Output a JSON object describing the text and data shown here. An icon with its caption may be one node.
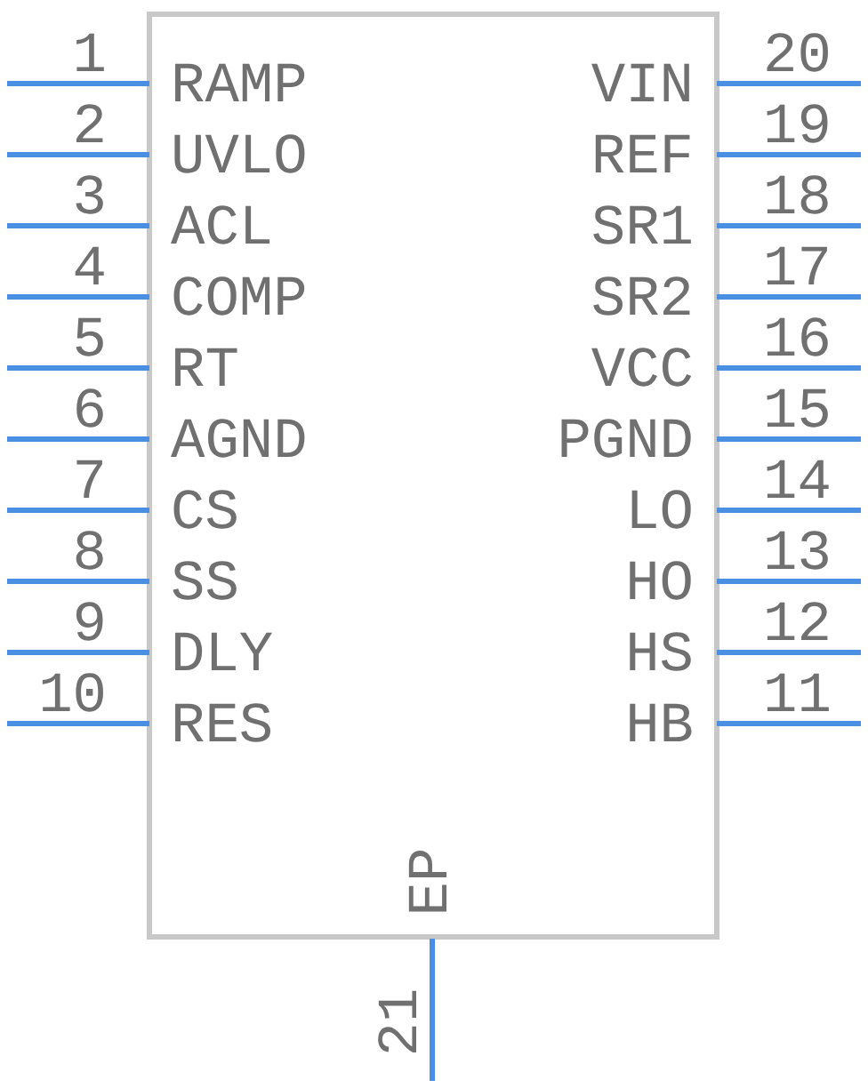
{
  "diagram": {
    "labels": [
      "1",
      "RAMP",
      "VIN",
      "20",
      "2",
      "UVLO",
      "REF",
      "19",
      "3",
      "ACL",
      "SR1",
      "18",
      "4",
      "COMP",
      "SR2",
      "17",
      "5",
      "RT",
      "VCC",
      "16",
      "6",
      "AGND",
      "PGND",
      "15",
      "7",
      "CS",
      "LO",
      "14",
      "8",
      "SS",
      "HO",
      "13",
      "9",
      "DLY",
      "HS",
      "12",
      "10",
      "RES",
      "HB",
      "11",
      "EP",
      "21"
    ]
  }
}
